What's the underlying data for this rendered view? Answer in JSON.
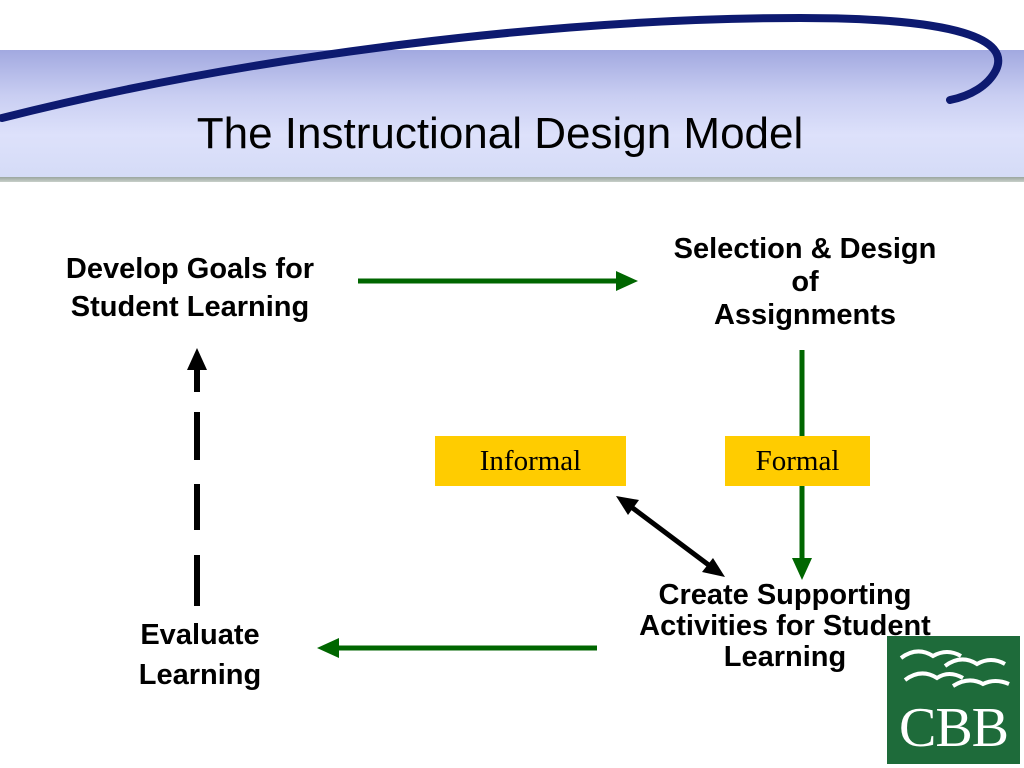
{
  "slide": {
    "title": "The Instructional Design Model"
  },
  "nodes": {
    "develop_goals": [
      "Develop Goals for",
      "Student Learning"
    ],
    "selection_design": [
      "Selection & Design",
      "of",
      "Assignments"
    ],
    "evaluate": [
      "Evaluate",
      "Learning"
    ],
    "create_supporting": [
      "Create Supporting",
      "Activities for Student",
      "Learning"
    ]
  },
  "tags": {
    "informal": "Informal",
    "formal": "Formal"
  },
  "logo": {
    "text": "CBB"
  },
  "colors": {
    "arrow_green": "#006600",
    "arrow_black": "#000000",
    "tag_yellow": "#ffcc00",
    "swoosh_navy": "#0d1a70",
    "logo_green": "#1e6b3a"
  }
}
